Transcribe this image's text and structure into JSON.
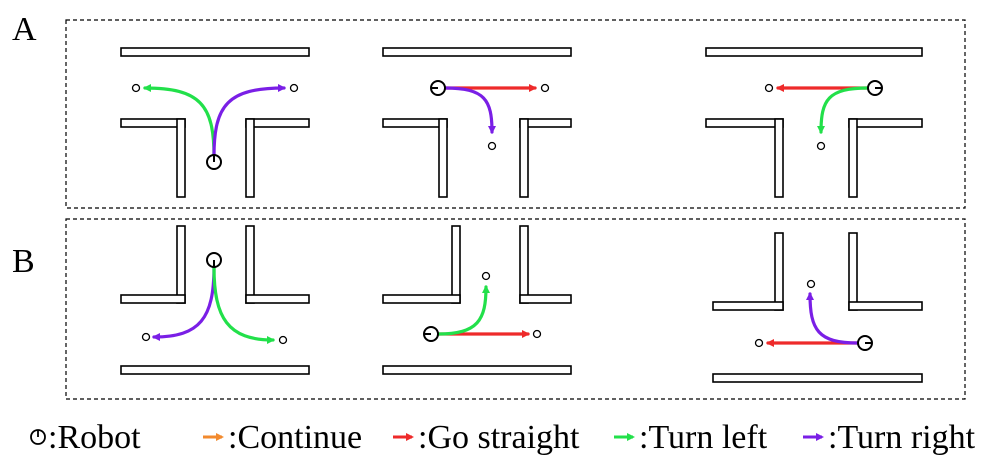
{
  "panels": {
    "a_label": "A",
    "b_label": "B"
  },
  "legend": {
    "robot": ":Robot",
    "continue": ":Continue",
    "go_straight": ":Go straight",
    "turn_left": ":Turn left",
    "turn_right": ":Turn right"
  },
  "colors": {
    "continue": "#f28a2e",
    "go_straight": "#ee2a2a",
    "turn_left": "#22e04a",
    "turn_right": "#7a1fe6",
    "walls": "#000000"
  },
  "icons": [
    "robot-icon",
    "target-marker"
  ]
}
